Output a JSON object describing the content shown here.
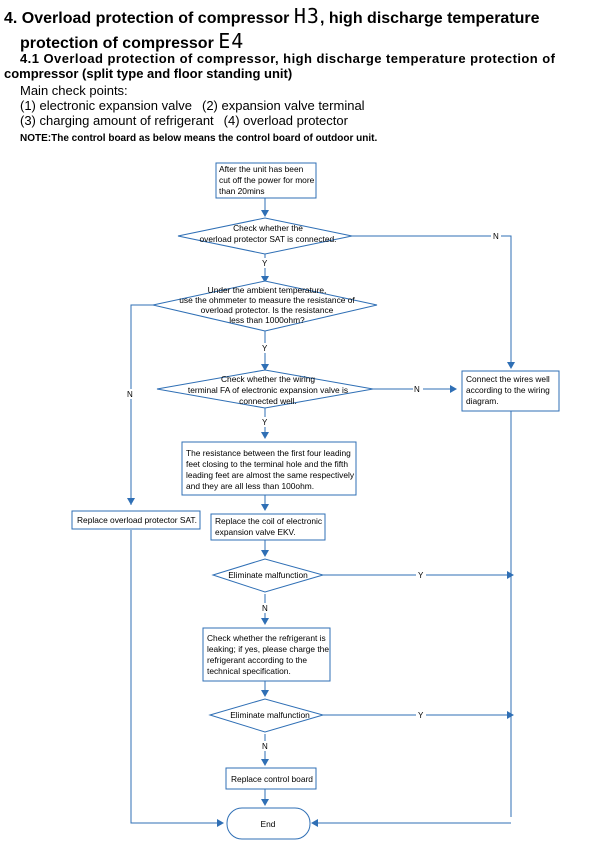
{
  "heading": {
    "prefix": "4. Overload protection of compressor ",
    "code1": "H3",
    "middle": ", high discharge temperature",
    "line2": "protection of compressor ",
    "code2": "E4"
  },
  "subheading": {
    "line1": "4.1 Overload protection of compressor, high discharge temperature protection of",
    "line2": "compressor (split type and floor standing unit)"
  },
  "check_points": {
    "title": "Main check points:",
    "items": [
      "(1) electronic expansion valve",
      "(2) expansion valve terminal",
      "(3) charging amount of refrigerant",
      "(4) overload protector"
    ]
  },
  "note": "NOTE:The control board as below means the control board of outdoor unit.",
  "flow": {
    "start": [
      "After the unit has been",
      "cut off the power for more",
      "than 20mins"
    ],
    "d1": [
      "Check whether the",
      "overload protector SAT is connected."
    ],
    "d2": [
      "Under the ambient temperature,",
      "use the ohmmeter to measure the resistance of",
      "overload protector. Is the resistance",
      "less than 1000ohm?"
    ],
    "d3": [
      "Check whether the wiring",
      "terminal FA of electronic expansion valve is",
      "connected well."
    ],
    "connect": [
      "Connect the wires well",
      "according to the wiring",
      "diagram."
    ],
    "resistance": [
      "The resistance between the first four leading",
      "feet closing to the terminal hole and the fifth",
      "leading feet are almost the same respectively",
      "and they are all less than 100ohm."
    ],
    "replace_sat": [
      "Replace overload protector SAT."
    ],
    "replace_coil": [
      "Replace the coil of electronic",
      "expansion valve EKV."
    ],
    "elim1": [
      "Eliminate malfunction"
    ],
    "leak": [
      "Check whether the refrigerant is",
      "leaking; if yes, please charge the",
      "refrigerant according to the",
      "technical specification."
    ],
    "elim2": [
      "Eliminate malfunction"
    ],
    "replace_board": [
      "Replace control board"
    ],
    "end": [
      "End"
    ],
    "labels": {
      "d1_yes": "Y",
      "d1_no": "N",
      "d2_yes": "Y",
      "d2_no": "N",
      "d3_yes": "Y",
      "d3_no": "N",
      "e1_yes": "Y",
      "e1_no": "N",
      "e2_yes": "Y",
      "e2_no": "N"
    }
  }
}
